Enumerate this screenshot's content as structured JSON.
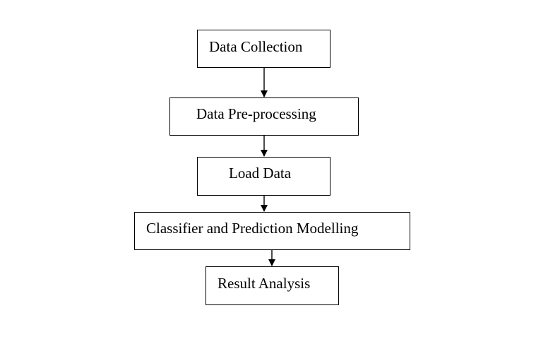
{
  "flowchart": {
    "steps": [
      {
        "label": "Data Collection"
      },
      {
        "label": "Data Pre-processing"
      },
      {
        "label": "Load Data"
      },
      {
        "label": "Classifier and Prediction Modelling"
      },
      {
        "label": "Result Analysis"
      }
    ],
    "connections": [
      {
        "from": "Data Collection",
        "to": "Data Pre-processing"
      },
      {
        "from": "Data Pre-processing",
        "to": "Load Data"
      },
      {
        "from": "Load Data",
        "to": "Classifier and Prediction Modelling"
      },
      {
        "from": "Classifier and Prediction Modelling",
        "to": "Result Analysis"
      }
    ],
    "colors": {
      "stroke": "#000000",
      "fill": "#ffffff"
    }
  }
}
